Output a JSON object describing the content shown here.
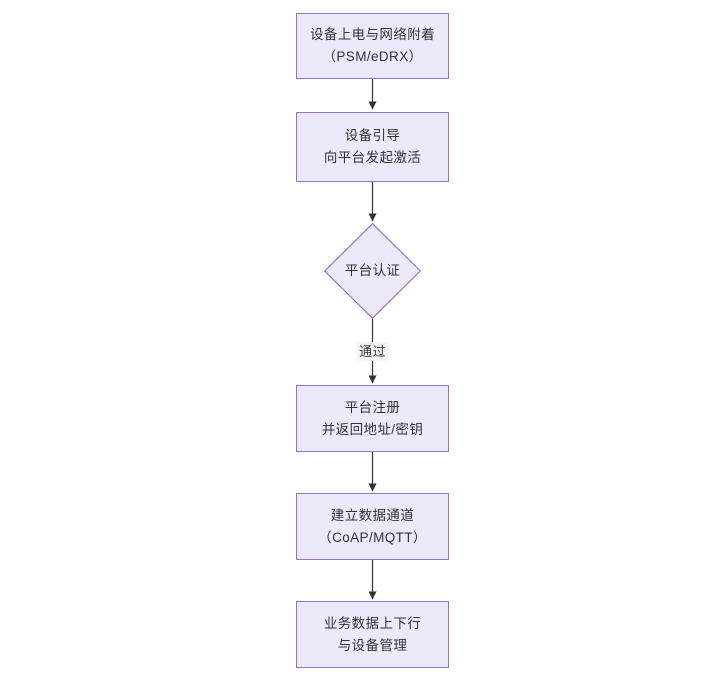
{
  "diagram": {
    "type": "flowchart",
    "orientation": "top-to-bottom",
    "background_color": "#ffffff",
    "node_fill_color": "#ece9fb",
    "node_border_color": "#9673c8",
    "text_color": "#333333",
    "connector_color": "#333333",
    "edge_label_background": "#f4f4f4",
    "nodes": [
      {
        "id": "power-on",
        "shape": "rectangle",
        "line1": "设备上电与网络附着",
        "line2": "（PSM/eDRX）"
      },
      {
        "id": "bootstrap",
        "shape": "rectangle",
        "line1": "设备引导",
        "line2": "向平台发起激活"
      },
      {
        "id": "platform-auth",
        "shape": "diamond",
        "line1": "平台认证"
      },
      {
        "id": "platform-register",
        "shape": "rectangle",
        "line1": "平台注册",
        "line2": "并返回地址/密钥"
      },
      {
        "id": "data-channel",
        "shape": "rectangle",
        "line1": "建立数据通道",
        "line2": "（CoAP/MQTT）"
      },
      {
        "id": "business-data",
        "shape": "rectangle",
        "line1": "业务数据上下行",
        "line2": "与设备管理"
      }
    ],
    "edges": [
      {
        "id": "e1",
        "from": "power-on",
        "to": "bootstrap",
        "label": ""
      },
      {
        "id": "e2",
        "from": "bootstrap",
        "to": "platform-auth",
        "label": ""
      },
      {
        "id": "e3",
        "from": "platform-auth",
        "to": "platform-register",
        "label": "通过"
      },
      {
        "id": "e4",
        "from": "platform-register",
        "to": "data-channel",
        "label": ""
      },
      {
        "id": "e5",
        "from": "data-channel",
        "to": "business-data",
        "label": ""
      }
    ]
  }
}
